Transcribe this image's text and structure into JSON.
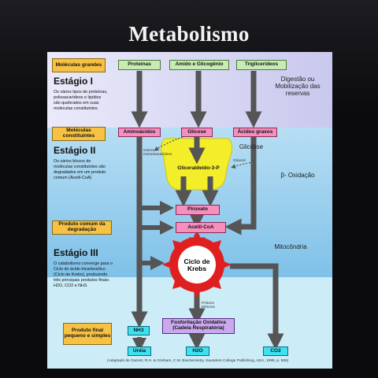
{
  "title": "Metabolismo",
  "stages": {
    "s1_tag": "Moléculas grandes",
    "s1_title": "Estágio I",
    "s1_text": "Os vários tipos de proteínas, polissacarídeos e lipídios são quebrados em suas moléculas constituintes",
    "s2_tag": "Moléculas constituintes",
    "s2_title": "Estágio II",
    "s2_text": "Os vários blocos de moléculas constituintes são degradados em um produto comum (Acetil-CoA)",
    "common_tag": "Produto comum da degradação",
    "s3_title": "Estágio III",
    "s3_text": "O catabolismo converge para o Ciclo do ácido tricarboxílico (Ciclo de Krebs), produzindo três principais produtos finais: H2O, CO2 e NH3.",
    "final_tag": "Produto final pequeno e simples"
  },
  "sources": {
    "proteins": "Proteínas",
    "starch": "Amido e Glicogênio",
    "triglycerides": "Triglicerídeos"
  },
  "constituents": {
    "amino_acids": "Aminoácidos",
    "glucose": "Glicose",
    "fatty_acids": "Ácidos graxos"
  },
  "intermediates": {
    "g3p": "Gliceraldeído-3-P",
    "pyruvate": "Piruvato",
    "acetyl_coa": "Acetil-CoA",
    "other_mono": "Outros monossacarídeos",
    "glycerol": "Glicerol"
  },
  "krebs": "Ciclo de Krebs",
  "protons": "Prótons Elétrons",
  "products": {
    "nh3": "NH3",
    "urea": "Uréia",
    "oxphos": "Fosforilação Oxidativa (Cadeia Respiratória)",
    "h2o": "H2O",
    "co2": "CO2"
  },
  "regions": {
    "digestion": "Digestão ou Mobilização das reservas",
    "glycolysis": "Glicólise",
    "beta_oxidation": "β- Oxidação",
    "mitochondria": "Mitocôndria"
  },
  "citation": "(Adaptado de Garrett, R.H. & Grisham, C.M. Biochemistry. Saunders College Publishing, USA, 1995, p. 555)"
}
